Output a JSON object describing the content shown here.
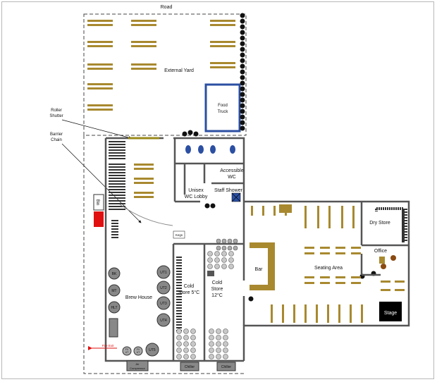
{
  "labels": {
    "road": "Road",
    "external_yard": "External Yard",
    "food_truck_1": "Food",
    "food_truck_2": "Truck",
    "roller_shutter_1": "Roller",
    "roller_shutter_2": "Shutter",
    "barrier_chain_1": "Barrier",
    "barrier_chain_2": "Chain",
    "accessible_wc_1": "Accessible",
    "accessible_wc_2": "WC",
    "unisex_wc_1": "Unisex",
    "unisex_wc_2": "WC Lobby",
    "staff_shower": "Staff Shower",
    "bin": "Bin",
    "kegs": "Kegs",
    "bk": "BK",
    "mt": "MT",
    "hlt": "HLT",
    "brew_house": "Brew House",
    "ut1": "UT1",
    "ut2": "UT2",
    "ut3": "UT3",
    "ut4": "UT4",
    "ut5": "UT5",
    "cold5_1": "Cold",
    "cold5_2": "Store 5°C",
    "cold12_1": "Cold",
    "cold12_2": "Store",
    "cold12_3": "12°C",
    "bar": "Bar",
    "seating_area": "Seating Area",
    "dry_store": "Dry Store",
    "office": "Office",
    "stage": "Stage",
    "fire_exit": "Fire Exit",
    "air_1": "Air",
    "air_2": "Compressor",
    "chiller_a": "Chiller",
    "chiller_b": "Chiller",
    "fv_1": "FV",
    "fv_2": "UT",
    "fv_3": "FV",
    "fv_4": "UT"
  },
  "colors": {
    "table": "#a8892f",
    "wall": "#555555",
    "blue": "#2b4fa2",
    "red": "#e01010",
    "tree": "#111111",
    "roller": "#9a8a1a"
  }
}
